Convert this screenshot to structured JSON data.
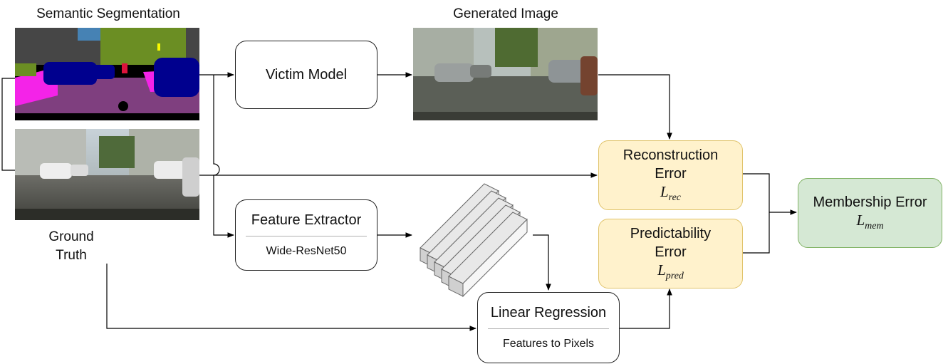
{
  "labels": {
    "semantic_segmentation": "Semantic Segmentation",
    "generated_image": "Generated Image",
    "ground_truth_line1": "Ground",
    "ground_truth_line2": "Truth"
  },
  "boxes": {
    "victim_model": "Victim Model",
    "feature_extractor": "Feature Extractor",
    "feature_extractor_sub": "Wide-ResNet50",
    "linear_regression": "Linear Regression",
    "linear_regression_sub": "Features to Pixels",
    "reconstruction_error_1": "Reconstruction",
    "reconstruction_error_2": "Error",
    "reconstruction_symbol": "L",
    "reconstruction_sub": "rec",
    "predictability_error_1": "Predictability",
    "predictability_error_2": "Error",
    "predictability_symbol": "L",
    "predictability_sub": "pred",
    "membership_error": "Membership Error",
    "membership_symbol": "L",
    "membership_sub": "mem"
  },
  "colors": {
    "error_fill": "#fff2cc",
    "error_border": "#e0c36a",
    "membership_fill": "#d5e8d4",
    "membership_border": "#82b366",
    "seg_road": "#7f3f7f",
    "seg_car": "#00008e",
    "seg_vegetation": "#6b8e23",
    "seg_sidewalk": "#f423e8",
    "seg_building": "#464646",
    "seg_sky": "#4682b4"
  }
}
